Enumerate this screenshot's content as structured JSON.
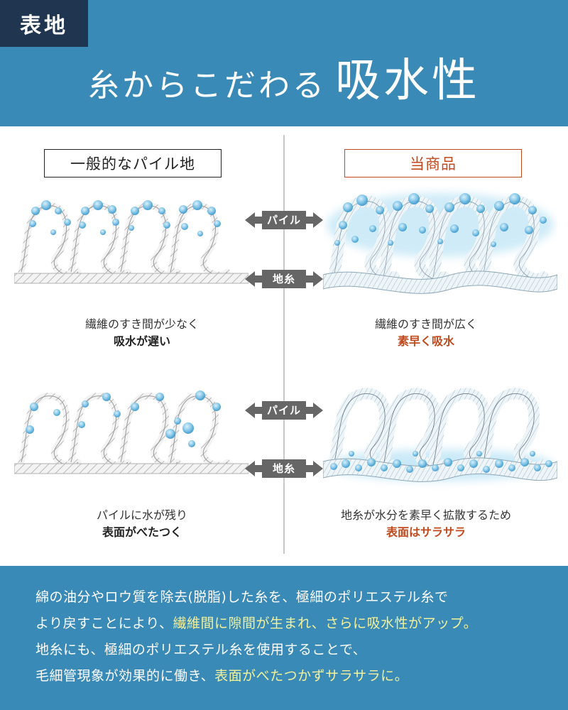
{
  "header": {
    "tag": "表地",
    "title_small": "糸からこだわる",
    "title_big": "吸水性"
  },
  "left": {
    "label": "一般的なパイル地",
    "caption1_line1": "繊維のすき間が少なく",
    "caption1_line2": "吸水が遅い",
    "caption2_line1": "パイルに水が残り",
    "caption2_line2": "表面がべたつく"
  },
  "right": {
    "label": "当商品",
    "caption1_line1": "繊維のすき間が広く",
    "caption1_line2": "素早く吸水",
    "caption2_line1": "地糸が水分を素早く拡散するため",
    "caption2_line2": "表面はサラサラ"
  },
  "arrows": {
    "pile": "パイル",
    "ground": "地糸"
  },
  "footer": {
    "l1": "綿の油分やロウ質を除去(脱脂)した糸を、極細のポリエステル糸で",
    "l2a": "より戻すことにより、",
    "l2b": "繊維間に隙間が生まれ、さらに吸水性がアップ。",
    "l3": "地糸にも、極細のポリエステル糸を使用することで、",
    "l4a": "毛細管現象が効果的に働き、",
    "l4b": "表面がべたつかずサラサラに。"
  },
  "colors": {
    "header_bg": "#3a8ab8",
    "tag_bg": "#1f3550",
    "accent": "#c04a1e",
    "highlight": "#f3f19a",
    "water": "#5fb3dd"
  }
}
